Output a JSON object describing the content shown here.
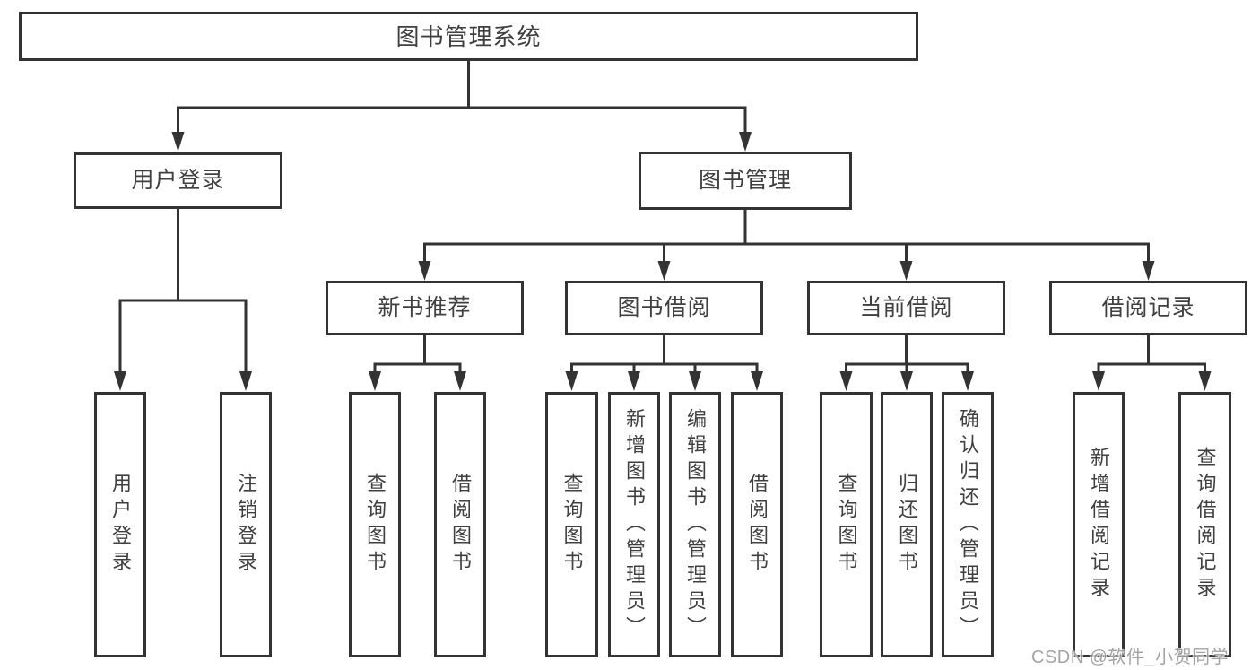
{
  "diagram": {
    "root": {
      "label": "图书管理系统"
    },
    "branches": [
      {
        "label": "用户登录",
        "children": [
          {
            "label": "用户登录"
          },
          {
            "label": "注销登录"
          }
        ]
      },
      {
        "label": "图书管理",
        "children": [
          {
            "label": "新书推荐",
            "children": [
              {
                "label": "查询图书"
              },
              {
                "label": "借阅图书"
              }
            ]
          },
          {
            "label": "图书借阅",
            "children": [
              {
                "label": "查询图书"
              },
              {
                "label": "新增图书（管理员）"
              },
              {
                "label": "编辑图书（管理员）"
              },
              {
                "label": "借阅图书"
              }
            ]
          },
          {
            "label": "当前借阅",
            "children": [
              {
                "label": "查询图书"
              },
              {
                "label": "归还图书"
              },
              {
                "label": "确认归还（管理员）"
              }
            ]
          },
          {
            "label": "借阅记录",
            "children": [
              {
                "label": "新增借阅记录"
              },
              {
                "label": "查询借阅记录"
              }
            ]
          }
        ]
      }
    ]
  },
  "watermark": {
    "text": "CSDN @软件_小贺同学"
  },
  "colors": {
    "line": "#333333",
    "border": "#333333",
    "text": "#3f3f3f",
    "background": "#ffffff",
    "watermark": "#949494"
  }
}
